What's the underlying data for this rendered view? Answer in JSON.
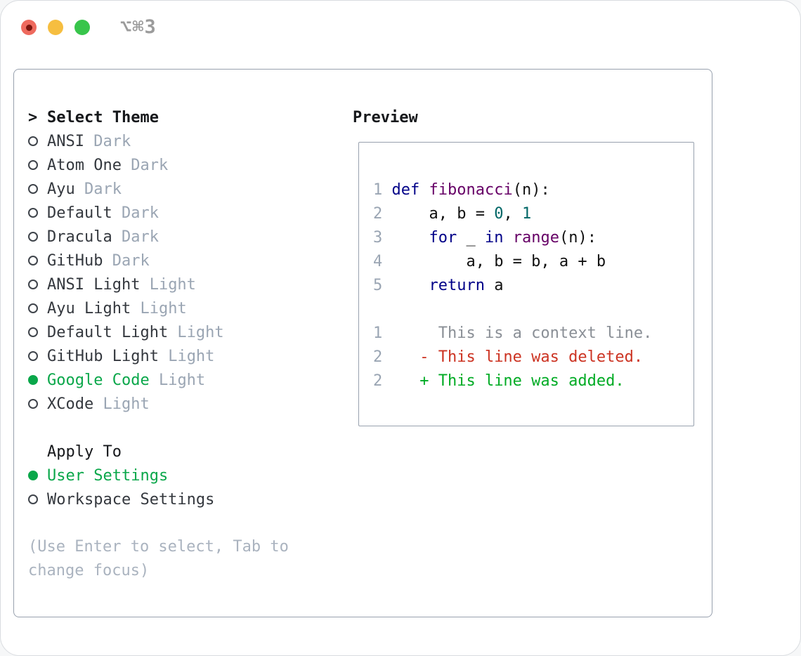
{
  "window": {
    "title": "⌥⌘3"
  },
  "theme_list": {
    "cursor": ">",
    "title": "Select Theme",
    "items": [
      {
        "label": "ANSI",
        "variant": "Dark",
        "selected": false
      },
      {
        "label": "Atom One",
        "variant": "Dark",
        "selected": false
      },
      {
        "label": "Ayu",
        "variant": "Dark",
        "selected": false
      },
      {
        "label": "Default",
        "variant": "Dark",
        "selected": false
      },
      {
        "label": "Dracula",
        "variant": "Dark",
        "selected": false
      },
      {
        "label": "GitHub",
        "variant": "Dark",
        "selected": false
      },
      {
        "label": "ANSI Light",
        "variant": "Light",
        "selected": false
      },
      {
        "label": "Ayu Light",
        "variant": "Light",
        "selected": false
      },
      {
        "label": "Default Light",
        "variant": "Light",
        "selected": false
      },
      {
        "label": "GitHub Light",
        "variant": "Light",
        "selected": false
      },
      {
        "label": "Google Code",
        "variant": "Light",
        "selected": true
      },
      {
        "label": "XCode",
        "variant": "Light",
        "selected": false
      }
    ]
  },
  "apply_to": {
    "title": "Apply To",
    "options": [
      {
        "label": "User Settings",
        "selected": true
      },
      {
        "label": "Workspace Settings",
        "selected": false
      }
    ]
  },
  "hint": "(Use Enter to select, Tab to change focus)",
  "preview": {
    "title": "Preview",
    "code_lines": [
      {
        "number": "1",
        "segments": [
          {
            "text": "def",
            "style": "keyword"
          },
          {
            "text": " ",
            "style": "plain"
          },
          {
            "text": "fibonacci",
            "style": "function"
          },
          {
            "text": "(n):",
            "style": "plain"
          }
        ]
      },
      {
        "number": "2",
        "segments": [
          {
            "text": "    a, b = ",
            "style": "plain"
          },
          {
            "text": "0",
            "style": "literal"
          },
          {
            "text": ", ",
            "style": "plain"
          },
          {
            "text": "1",
            "style": "literal"
          }
        ]
      },
      {
        "number": "3",
        "segments": [
          {
            "text": "    ",
            "style": "plain"
          },
          {
            "text": "for",
            "style": "keyword"
          },
          {
            "text": " _ ",
            "style": "plain"
          },
          {
            "text": "in",
            "style": "keyword"
          },
          {
            "text": " ",
            "style": "plain"
          },
          {
            "text": "range",
            "style": "function"
          },
          {
            "text": "(n):",
            "style": "plain"
          }
        ]
      },
      {
        "number": "4",
        "segments": [
          {
            "text": "        a, b = b, a + b",
            "style": "plain"
          }
        ]
      },
      {
        "number": "5",
        "segments": [
          {
            "text": "    ",
            "style": "plain"
          },
          {
            "text": "return",
            "style": "keyword"
          },
          {
            "text": " a",
            "style": "plain"
          }
        ]
      }
    ],
    "diff_lines": [
      {
        "number": "1",
        "marker": " ",
        "text": "This is a context line.",
        "kind": "context"
      },
      {
        "number": "2",
        "marker": "-",
        "text": "This line was deleted.",
        "kind": "deleted"
      },
      {
        "number": "2",
        "marker": "+",
        "text": "This line was added.",
        "kind": "added"
      }
    ]
  },
  "colors": {
    "accent_green": "#0aa74a",
    "added_green": "#00ab24",
    "deleted_red": "#cc3322",
    "keyword_blue": "#000088",
    "function_purple": "#660066",
    "literal_teal": "#006666",
    "plain_text": "#111111",
    "line_number": "#9aa5b3",
    "muted_text": "#9aa5b3",
    "hint_text": "#aab3bf",
    "context_gray": "#8a8f96",
    "item_text": "#34383e",
    "panel_border": "#98a1ae",
    "window_title": "#9b9b9b",
    "traffic_red": "#ee6a5e",
    "traffic_red_dot": "#7b150e",
    "traffic_yellow": "#f6be40",
    "traffic_green": "#38c54b"
  }
}
